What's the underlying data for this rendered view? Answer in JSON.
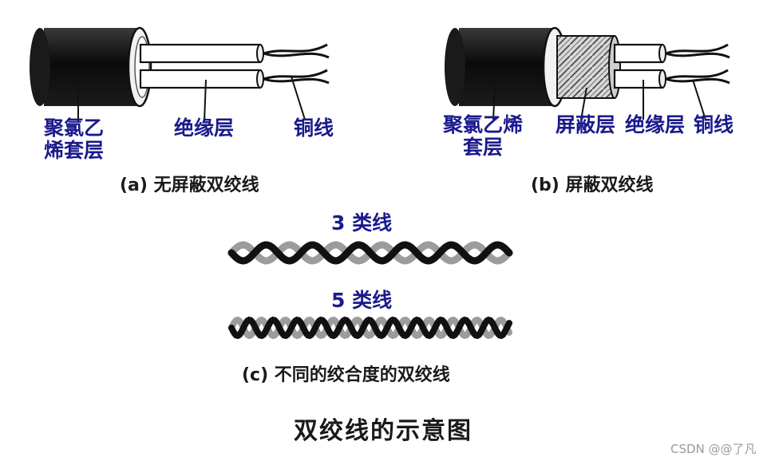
{
  "panel_a": {
    "labels": {
      "jacket_line1": "聚氯乙",
      "jacket_line2": "烯套层",
      "insulation": "绝缘层",
      "copper": "铜线"
    },
    "caption": "(a) 无屏蔽双绞线"
  },
  "panel_b": {
    "labels": {
      "jacket_line1": "聚氯乙烯",
      "jacket_line2": "套层",
      "shield": "屏蔽层",
      "insulation": "绝缘层",
      "copper": "铜线"
    },
    "caption": "(b) 屏蔽双绞线"
  },
  "panel_c": {
    "cat3_label": "3 类线",
    "cat5_label": "5 类线",
    "caption": "(c) 不同的绞合度的双绞线"
  },
  "figure_title": "双绞线的示意图",
  "watermark": "CSDN @@了凡",
  "colors": {
    "label_blue": "#1a1a8c",
    "jacket": "#111111",
    "wire_dark": "#111111",
    "wire_light": "#9c9c9c"
  }
}
